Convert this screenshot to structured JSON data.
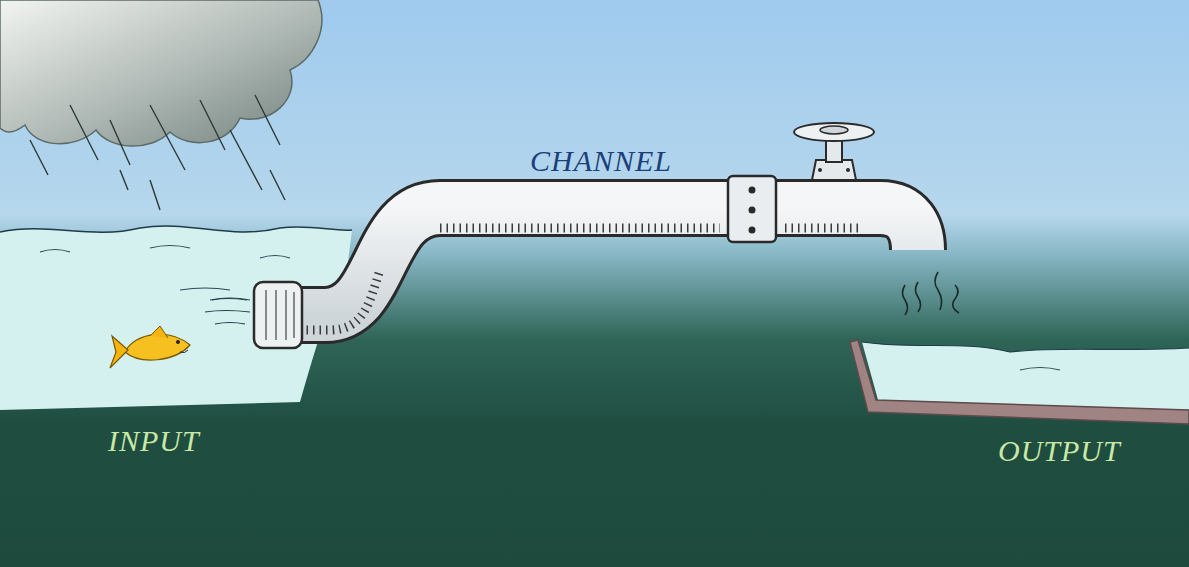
{
  "diagram": {
    "labels": [
      "CHANNEL",
      "INPUT",
      "OUTPUT"
    ]
  }
}
